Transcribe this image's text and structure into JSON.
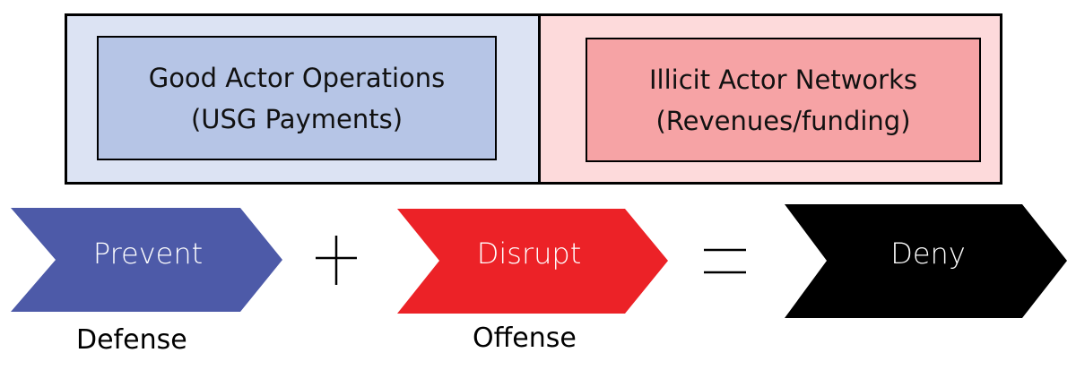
{
  "boxes": {
    "good": {
      "title": "Good Actor Operations",
      "subtitle": "(USG Payments)",
      "outer_color": "#dce3f3",
      "inner_color": "#b6c5e6"
    },
    "illicit": {
      "title": "Illicit Actor Networks",
      "subtitle": "(Revenues/funding)",
      "outer_color": "#fddadb",
      "inner_color": "#f6a3a5"
    }
  },
  "chevrons": [
    {
      "label": "Prevent",
      "color": "#4d5aa8",
      "caption": "Defense"
    },
    {
      "label": "Disrupt",
      "color": "#ec2227",
      "caption": "Offense"
    },
    {
      "label": "Deny",
      "color": "#000000",
      "caption": ""
    }
  ],
  "operators": {
    "plus": "+",
    "equals": "="
  }
}
